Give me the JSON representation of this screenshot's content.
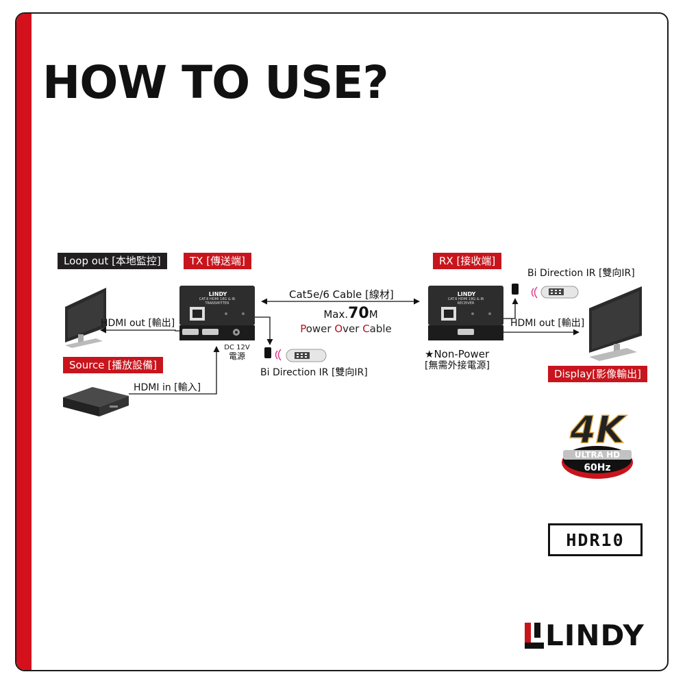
{
  "title": "HOW TO USE?",
  "tags": {
    "loop_out": "Loop out [本地監控]",
    "tx": "TX [傳送端]",
    "rx": "RX [接收端]",
    "source": "Source [播放設備]",
    "display": "Display[影像輸出]"
  },
  "labels": {
    "hdmi_out_left": "HDMI out [輸出]",
    "hdmi_in": "HDMI in [輸入]",
    "dc_12v": "DC 12V",
    "power_cn": "電源",
    "ir_left": "Bi Direction IR [雙向IR]",
    "ir_right": "Bi Direction IR [雙向IR]",
    "cable": "Cat5e/6 Cable [線材]",
    "max_prefix": "Max.",
    "max_value": "70",
    "max_unit": "M",
    "poc_p": "P",
    "poc_ower": "ower ",
    "poc_o": "O",
    "poc_ver": "ver ",
    "poc_c": "C",
    "poc_able": "able",
    "non_power": "★Non-Power",
    "non_power_cn": "[無需外接電源]",
    "hdmi_out_right": "HDMI out [輸出]",
    "tx_brand": "LINDY",
    "tx_model": "CAT.6 HDMI 18G & IR",
    "tx_role": "TRANSMITTER",
    "rx_brand": "LINDY",
    "rx_model": "CAT.6 HDMI 18G & IR",
    "rx_role": "RECEIVER"
  },
  "badges": {
    "fourk": "4K",
    "ultra": "ULTRA",
    "hd": "HD",
    "hz": "60Hz",
    "hdr": "HDR10"
  },
  "logo": {
    "text": "LINDY"
  },
  "colors": {
    "accent_red": "#c8151d",
    "dark": "#231f20"
  }
}
